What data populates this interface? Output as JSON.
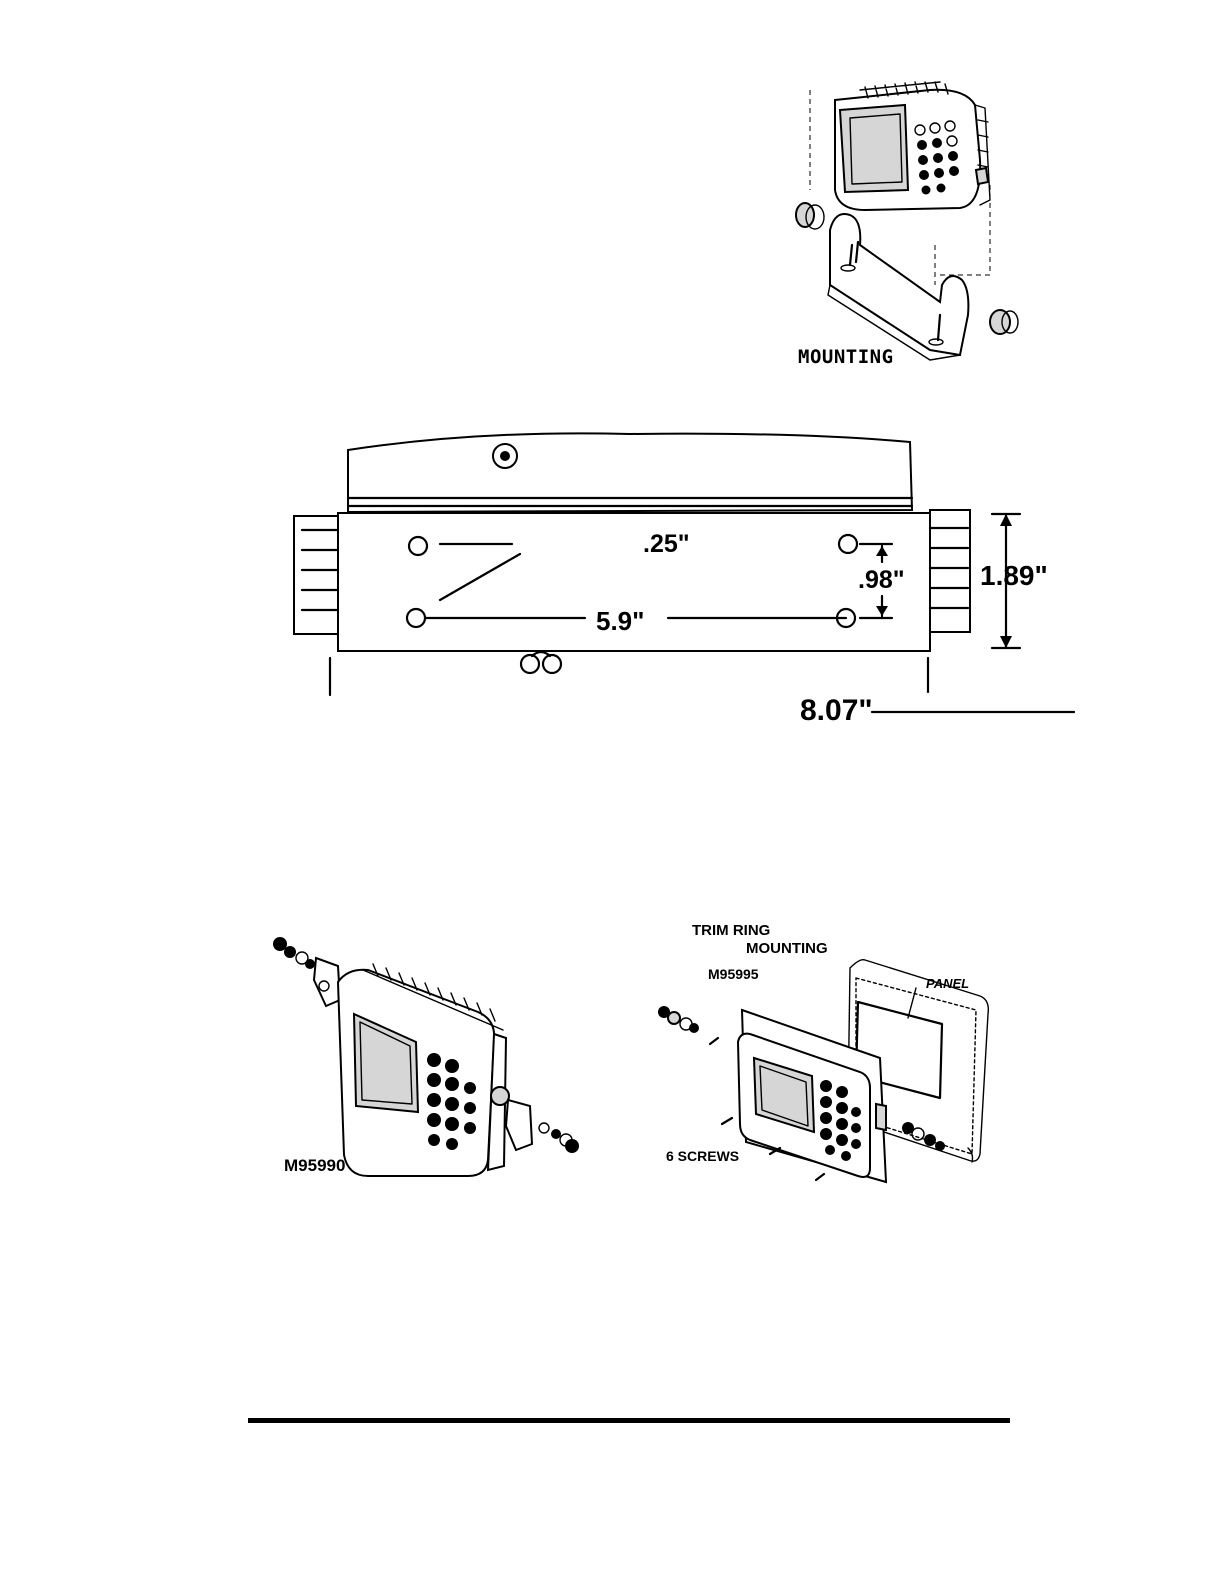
{
  "figures": {
    "bracket_mounting": {
      "caption": "MOUNTING"
    },
    "dimensions": {
      "hole_diameter": ".25\"",
      "hole_vertical_spacing": ".98\"",
      "hole_horizontal_spacing": "5.9\"",
      "height": "1.89\"",
      "width": "8.07\""
    },
    "bracket_kit": {
      "part_number": "M95990"
    },
    "trim_ring": {
      "title_line1": "TRIM RING",
      "title_line2": "MOUNTING",
      "part_number": "M95995",
      "panel_label": "PANEL",
      "screws_label": "6 SCREWS"
    }
  },
  "footer": {
    "rule": true
  }
}
